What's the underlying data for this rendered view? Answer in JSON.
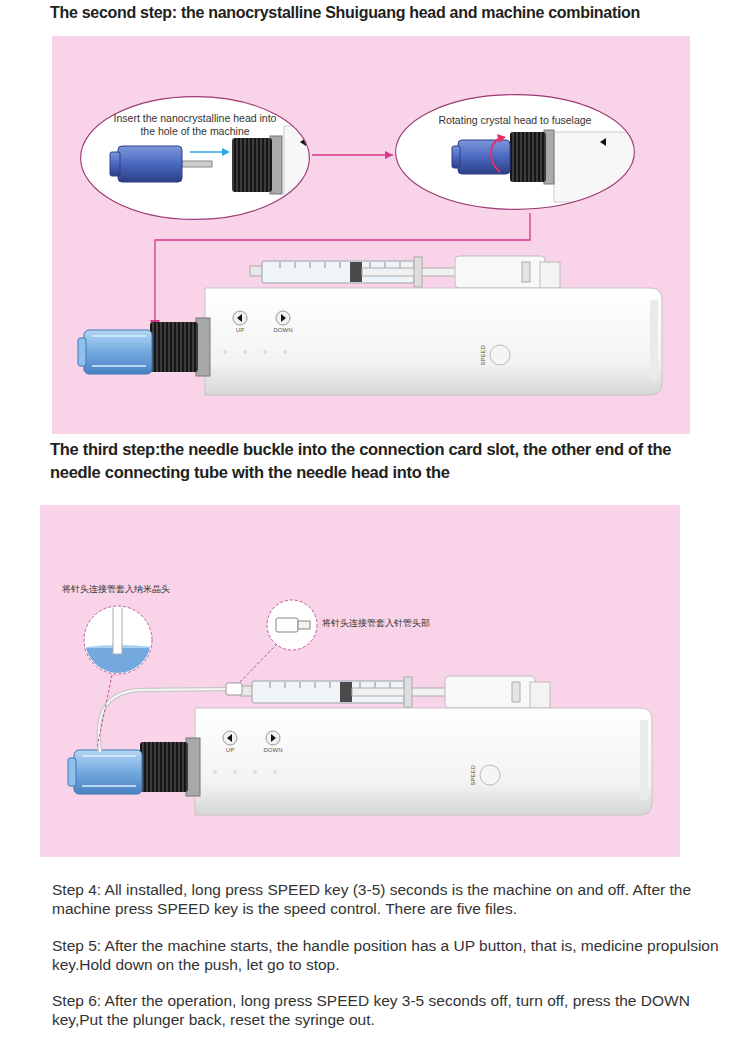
{
  "diagram": {
    "title": "The second step: the nanocrystalline Shuiguang head and machine combination",
    "nodes": [
      {
        "text": [
          "Insert the nanocrystalline head into the hole of the machine"
        ]
      },
      {
        "text": [
          "Rotating crystal head to fuselage"
        ]
      }
    ],
    "edges": [
      {
        "from": 0,
        "to": 1,
        "arrow": "to"
      }
    ],
    "labels": [
      "UP",
      "DOWN",
      "SPEED",
      "The third step:the needle buckle into the connection card slot, the other end of the needle connecting tube with the needle head into the",
      "将针头连接管套入纳米晶头",
      "将针头连接管套入针管头部",
      "UP",
      "DOWN",
      "SPEED",
      "Step 4: All installed, long press SPEED key (3-5) seconds is the machine on and off. After the machine press SPEED key is the speed control. There are five files.",
      "Step 5: After the machine starts, the handle position has a UP button, that is, medicine propulsion key.Hold down on the push, let go to stop.",
      "Step 6: After the operation, long press SPEED key 3-5 seconds off, turn off, press the DOWN key,Put the plunger back, reset the syringe out."
    ]
  }
}
